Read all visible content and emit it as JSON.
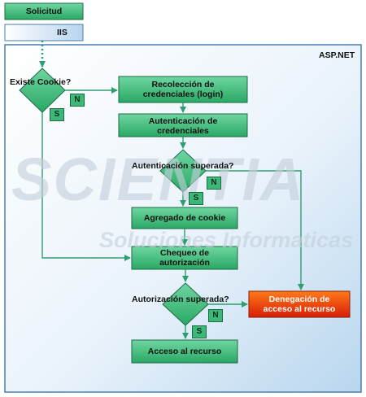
{
  "top": {
    "solicitud": "Solicitud",
    "iis": "IIS"
  },
  "container": {
    "title": "ASP.NET"
  },
  "watermark": {
    "main": "SCIENTIA",
    "sub": "Soluciones Informaticas"
  },
  "nodes": {
    "recoleccion_line1": "Recolección de",
    "recoleccion_line2": "credenciales (login)",
    "autenticacion_line1": "Autenticación de",
    "autenticacion_line2": "credenciales",
    "agregado": "Agregado de cookie",
    "chequeo_line1": "Chequeo de",
    "chequeo_line2": "autorización",
    "acceso": "Acceso al recurso",
    "denegacion_line1": "Denegación de",
    "denegacion_line2": "acceso al recurso"
  },
  "decisions": {
    "existe_cookie": "Existe Cookie?",
    "autenticacion_superada": "Autenticación superada?",
    "autorizacion_superada": "Autorización superada?"
  },
  "tags": {
    "no": "N",
    "si": "S"
  },
  "colors": {
    "box_fill": "#3cb878",
    "box_border": "#1d6a44",
    "arrow": "#2e9e6e",
    "container_border": "#4a7dae",
    "deny_fill": "#f0400a"
  }
}
